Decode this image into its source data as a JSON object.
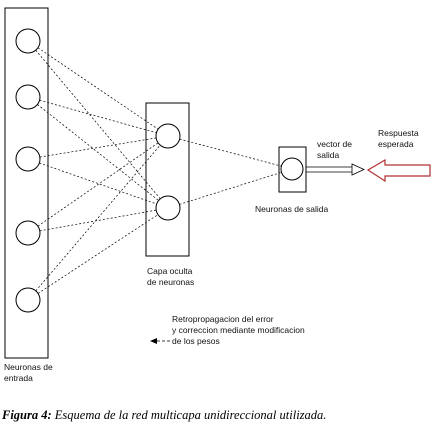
{
  "labels": {
    "input_layer": [
      "Neuronas de",
      "entrada"
    ],
    "hidden_layer": [
      "Capa oculta",
      "de neuronas"
    ],
    "output_layer": "Neuronas de salida",
    "output_vector": [
      "vector de",
      "salida"
    ],
    "expected_response": [
      "Respuesta",
      "esperada"
    ],
    "backprop": [
      "Retropropagacion del error",
      "y correccion mediante modificacion",
      "de los pesos"
    ]
  },
  "caption": {
    "figure": "Figura  4:",
    "text": " Esquema  de  la  red  multicapa  unidireccional  utilizada."
  },
  "colors": {
    "ink": "#000000",
    "expected_arrow": "#b03030"
  }
}
